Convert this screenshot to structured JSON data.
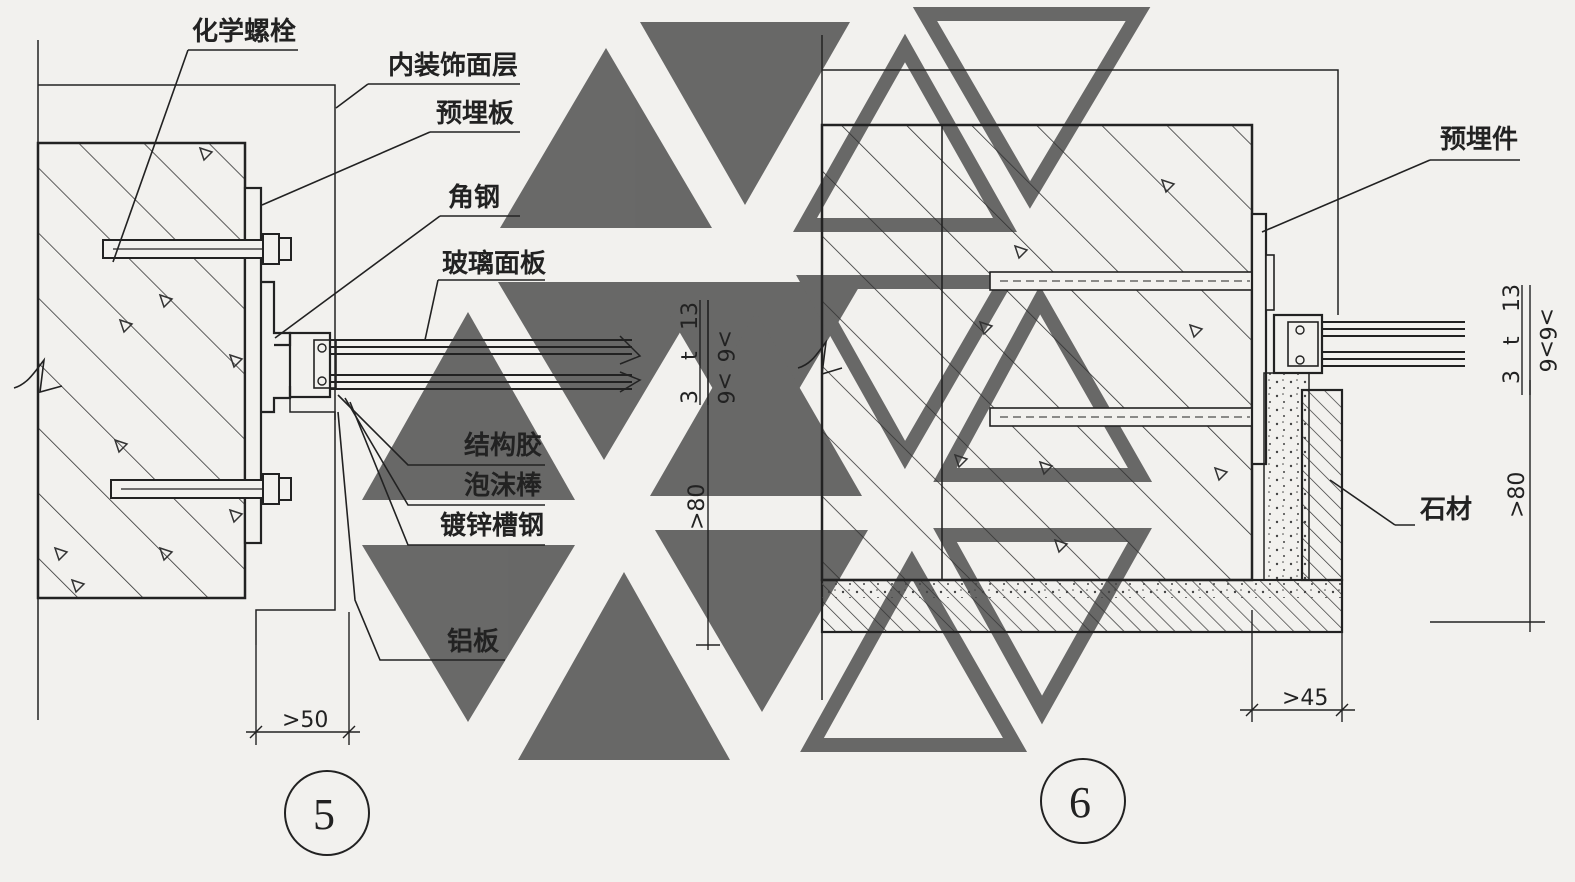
{
  "detail_5": {
    "number": "5",
    "labels": {
      "chemical_bolt": "化学螺栓",
      "interior_finish": "内装饰面层",
      "embedded_plate": "预埋板",
      "angle_steel": "角钢",
      "glass_panel": "玻璃面板",
      "structural_adhesive": "结构胶",
      "foam_rod": "泡沫棒",
      "galvanized_channel": "镀锌槽钢",
      "aluminum_plate": "铝板"
    },
    "dims": {
      "width_min": ">50",
      "t13": "13",
      "t3": "3",
      "t": "t",
      "gap_a": ">6",
      "gap_b": ">6",
      "depth": ">80"
    }
  },
  "detail_6": {
    "number": "6",
    "labels": {
      "embedded_part": "预埋件",
      "stone": "石材"
    },
    "dims": {
      "width_min": ">45",
      "t13": "13",
      "t3": "3",
      "t": "t",
      "gap_a": ">6",
      "gap_b": ">6",
      "depth": ">80"
    }
  },
  "colors": {
    "line": "#222222",
    "background": "#f2f1ee",
    "watermark": "#4a4a4a"
  }
}
